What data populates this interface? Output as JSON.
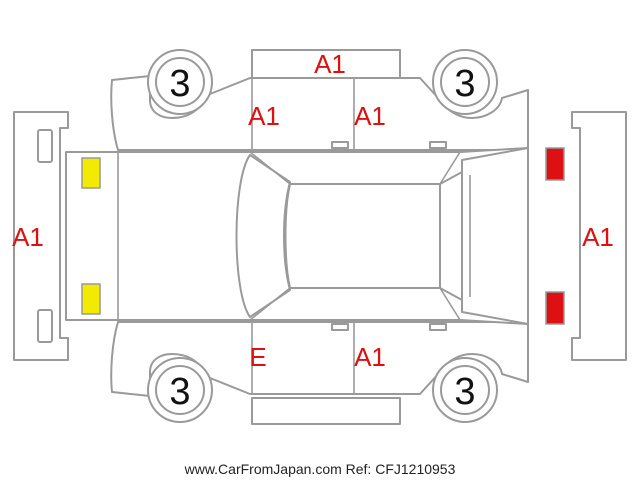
{
  "colors": {
    "outline": "#9a9a9a",
    "mark_text": "#dd1111",
    "front_lamp": "#f2ea00",
    "rear_lamp": "#dd1111"
  },
  "wheels": {
    "front_left": "3",
    "rear_left": "3",
    "front_right": "3",
    "rear_right": "3"
  },
  "marks": {
    "roof": "A1",
    "top_front_door": "A1",
    "top_rear_door": "A1",
    "front_bumper": "A1",
    "rear_bumper": "A1",
    "bottom_front_door": "E",
    "bottom_rear_door": "A1"
  },
  "footer": {
    "text": "www.CarFromJapan.com Ref: CFJ1210953"
  }
}
